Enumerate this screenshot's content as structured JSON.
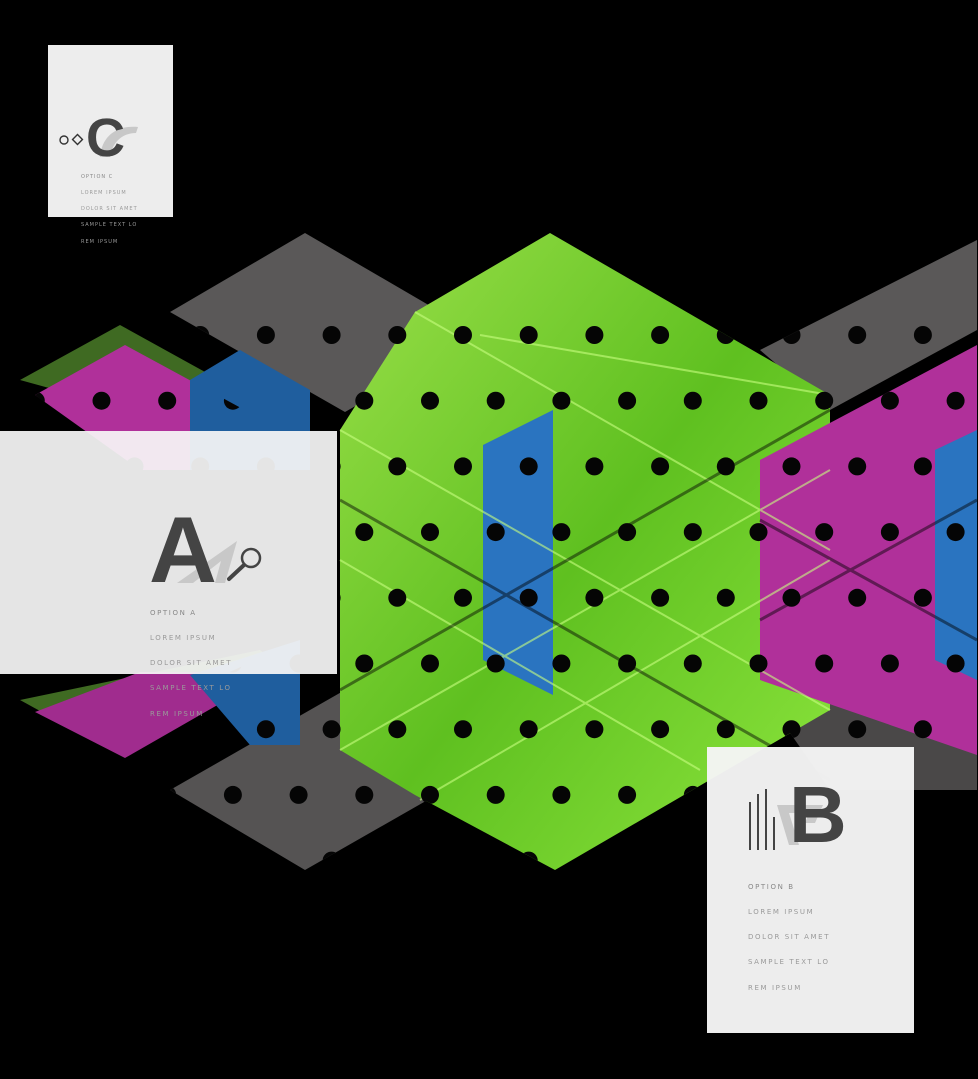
{
  "colors": {
    "background": "#000000",
    "green": "#7fd63a",
    "magenta": "#b0309a",
    "blue": "#2a74c0",
    "gray": "#5a5858",
    "card": "#f4f4f4",
    "letter": "#444444"
  },
  "cards": [
    {
      "id": "c",
      "letter": "C",
      "icon": "circle-diamond-icon",
      "lines": [
        "OPTION C",
        "LOREM IPSUM",
        "DOLOR SIT AMET",
        "SAMPLE TEXT LO",
        "REM IPSUM"
      ]
    },
    {
      "id": "a",
      "letter": "A",
      "icon": "magnifier-icon",
      "lines": [
        "OPTION A",
        "LOREM IPSUM",
        "DOLOR SIT AMET",
        "SAMPLE TEXT LO",
        "REM IPSUM"
      ]
    },
    {
      "id": "b",
      "letter": "B",
      "icon": "bar-lines-icon",
      "lines": [
        "OPTION B",
        "LOREM IPSUM",
        "DOLOR SIT AMET",
        "SAMPLE TEXT LO",
        "REM IPSUM"
      ]
    }
  ]
}
